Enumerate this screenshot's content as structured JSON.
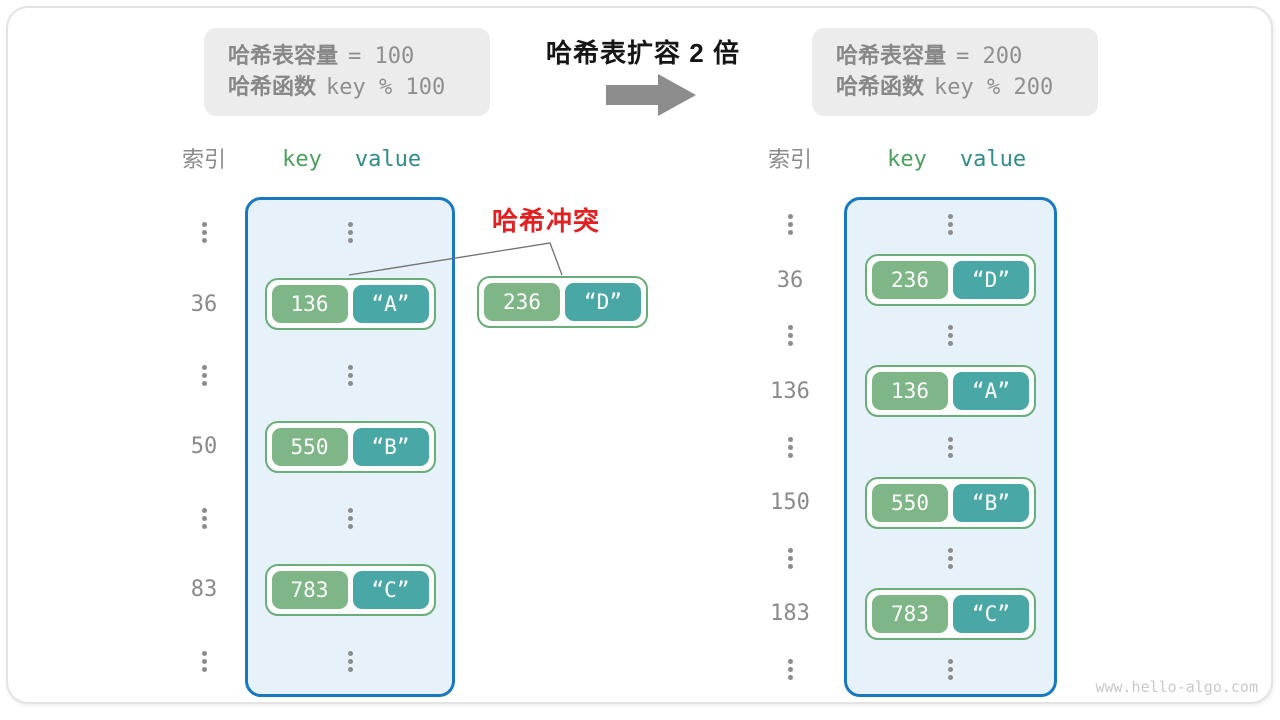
{
  "colors": {
    "table_border_blue": "#1879c0",
    "table_bg_blue": "#e7f1f9",
    "key_green": "#7eb687",
    "value_teal": "#49a8a6",
    "pair_border_green": "#69ad79",
    "header_key_green": "#4aa05c",
    "header_value_teal": "#2e8c89",
    "collision_red": "#e12121",
    "gray_text": "#8a8a8a",
    "arrow_gray": "#8c8c8c",
    "panel_bg": "#ececec",
    "watermark_gray": "#c9c9c9"
  },
  "panels": {
    "left": {
      "line1_label": "哈希表容量",
      "line1_value": "= 100",
      "line2_label": "哈希函数",
      "line2_value": "key % 100"
    },
    "right": {
      "line1_label": "哈希表容量",
      "line1_value": "= 200",
      "line2_label": "哈希函数",
      "line2_value": "key % 200"
    }
  },
  "center": {
    "title": "哈希表扩容 2 倍"
  },
  "column_headers": {
    "index": "索引",
    "key": "key",
    "value": "value"
  },
  "collision": {
    "label": "哈希冲突",
    "pair": {
      "key": "236",
      "value": "“D”"
    }
  },
  "left_table": {
    "rows": [
      {
        "type": "dots"
      },
      {
        "type": "pair",
        "index": "36",
        "key": "136",
        "value": "“A”"
      },
      {
        "type": "dots"
      },
      {
        "type": "pair",
        "index": "50",
        "key": "550",
        "value": "“B”"
      },
      {
        "type": "dots"
      },
      {
        "type": "pair",
        "index": "83",
        "key": "783",
        "value": "“C”"
      },
      {
        "type": "dots"
      }
    ]
  },
  "right_table": {
    "rows": [
      {
        "type": "dots"
      },
      {
        "type": "pair",
        "index": "36",
        "key": "236",
        "value": "“D”"
      },
      {
        "type": "dots"
      },
      {
        "type": "pair",
        "index": "136",
        "key": "136",
        "value": "“A”"
      },
      {
        "type": "dots"
      },
      {
        "type": "pair",
        "index": "150",
        "key": "550",
        "value": "“B”"
      },
      {
        "type": "dots"
      },
      {
        "type": "pair",
        "index": "183",
        "key": "783",
        "value": "“C”"
      },
      {
        "type": "dots"
      }
    ]
  },
  "watermark": "www.hello-algo.com"
}
